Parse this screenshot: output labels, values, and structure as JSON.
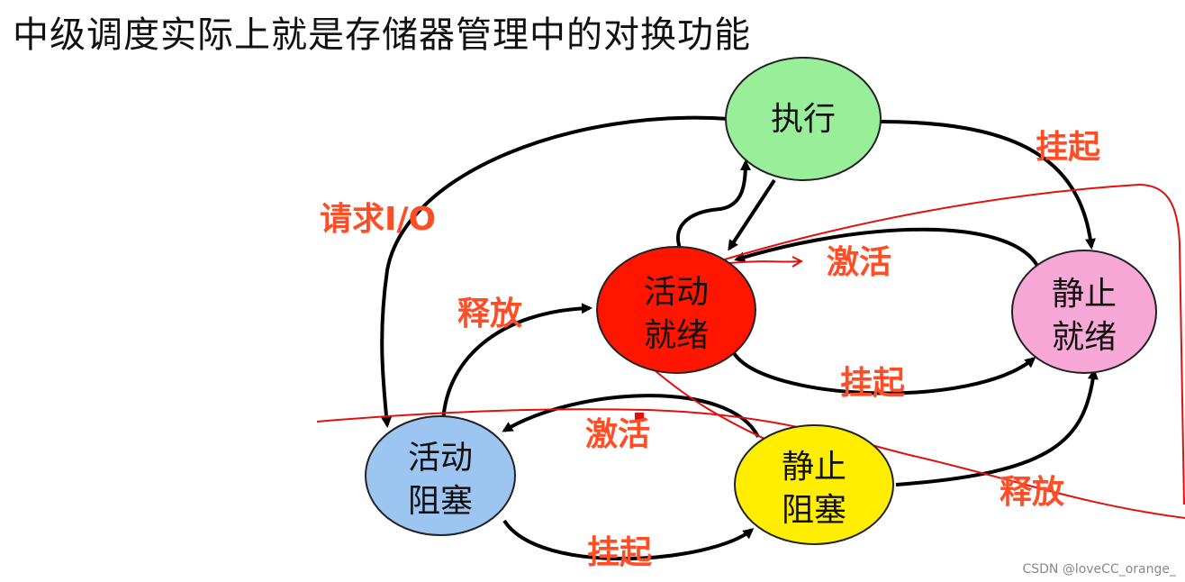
{
  "title": "中级调度实际上就是存储器管理中的对换功能",
  "colors": {
    "execute": "#99ee99",
    "active_ready": "#ff1500",
    "static_ready": "#f7a8d6",
    "active_blocked": "#9cc5f2",
    "static_blocked": "#ffee00",
    "label": "#ff4d26",
    "annotation": "#e01010"
  },
  "nodes": {
    "execute": {
      "line1": "执行",
      "line2": ""
    },
    "active_ready": {
      "line1": "活动",
      "line2": "就绪"
    },
    "static_ready": {
      "line1": "静止",
      "line2": "就绪"
    },
    "active_blocked": {
      "line1": "活动",
      "line2": "阻塞"
    },
    "static_blocked": {
      "line1": "静止",
      "line2": "阻塞"
    }
  },
  "edge_labels": {
    "suspend_execute": "挂起",
    "request_io": "请求I/O",
    "activate_ready": "激活",
    "release_blocked": "释放",
    "suspend_ready": "挂起",
    "activate_blocked": "激活",
    "release_static": "释放",
    "suspend_blocked": "挂起"
  },
  "watermark": "CSDN @loveCC_orange_"
}
